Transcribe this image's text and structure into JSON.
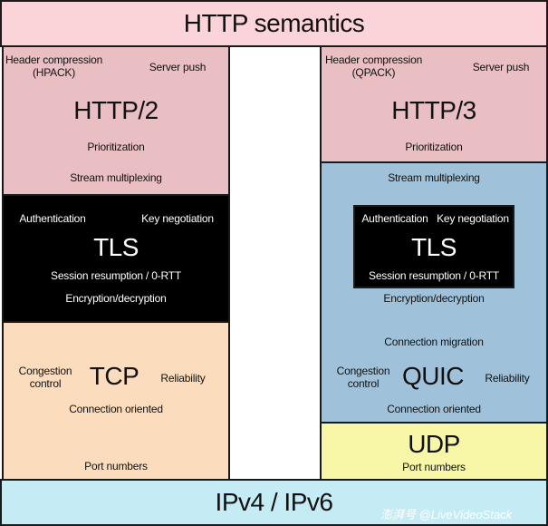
{
  "top": {
    "label": "HTTP semantics",
    "bg": "#fad4d8"
  },
  "bottom": {
    "label": "IPv4  / IPv6",
    "bg": "#c5ecf4"
  },
  "left": {
    "http2": {
      "title": "HTTP/2",
      "header_compression_line1": "Header compression",
      "header_compression_line2": "(HPACK)",
      "server_push": "Server push",
      "prioritization": "Prioritization",
      "stream_multiplexing": "Stream multiplexing",
      "bg": "#e9bfc3"
    },
    "tls": {
      "title": "TLS",
      "authentication": "Authentication",
      "key_negotiation": "Key negotiation",
      "session_resumption": "Session resumption / 0-RTT",
      "encryption": "Encryption/decryption",
      "bg": "#000000"
    },
    "tcp": {
      "title": "TCP",
      "congestion_line1": "Congestion",
      "congestion_line2": "control",
      "reliability": "Reliability",
      "connection_oriented": "Connection oriented",
      "port_numbers": "Port numbers",
      "bg": "#fbdcbd"
    }
  },
  "right": {
    "http3": {
      "title": "HTTP/3",
      "header_compression_line1": "Header compression",
      "header_compression_line2": "(QPACK)",
      "server_push": "Server push",
      "prioritization": "Prioritization",
      "bg": "#e9bfc3"
    },
    "quic": {
      "title": "QUIC",
      "stream_multiplexing": "Stream multiplexing",
      "encryption": "Encryption/decryption",
      "connection_migration": "Connection migration",
      "congestion_line1": "Congestion",
      "congestion_line2": "control",
      "reliability": "Reliability",
      "connection_oriented": "Connection oriented",
      "bg": "#9fc2da"
    },
    "tls": {
      "title": "TLS",
      "authentication": "Authentication",
      "key_negotiation": "Key negotiation",
      "session_resumption": "Session resumption / 0-RTT",
      "bg": "#000000"
    },
    "udp": {
      "title": "UDP",
      "port_numbers": "Port numbers",
      "bg": "#f8f7a8"
    }
  },
  "watermark": {
    "text": "澎湃号 @LiveVideoStack"
  }
}
